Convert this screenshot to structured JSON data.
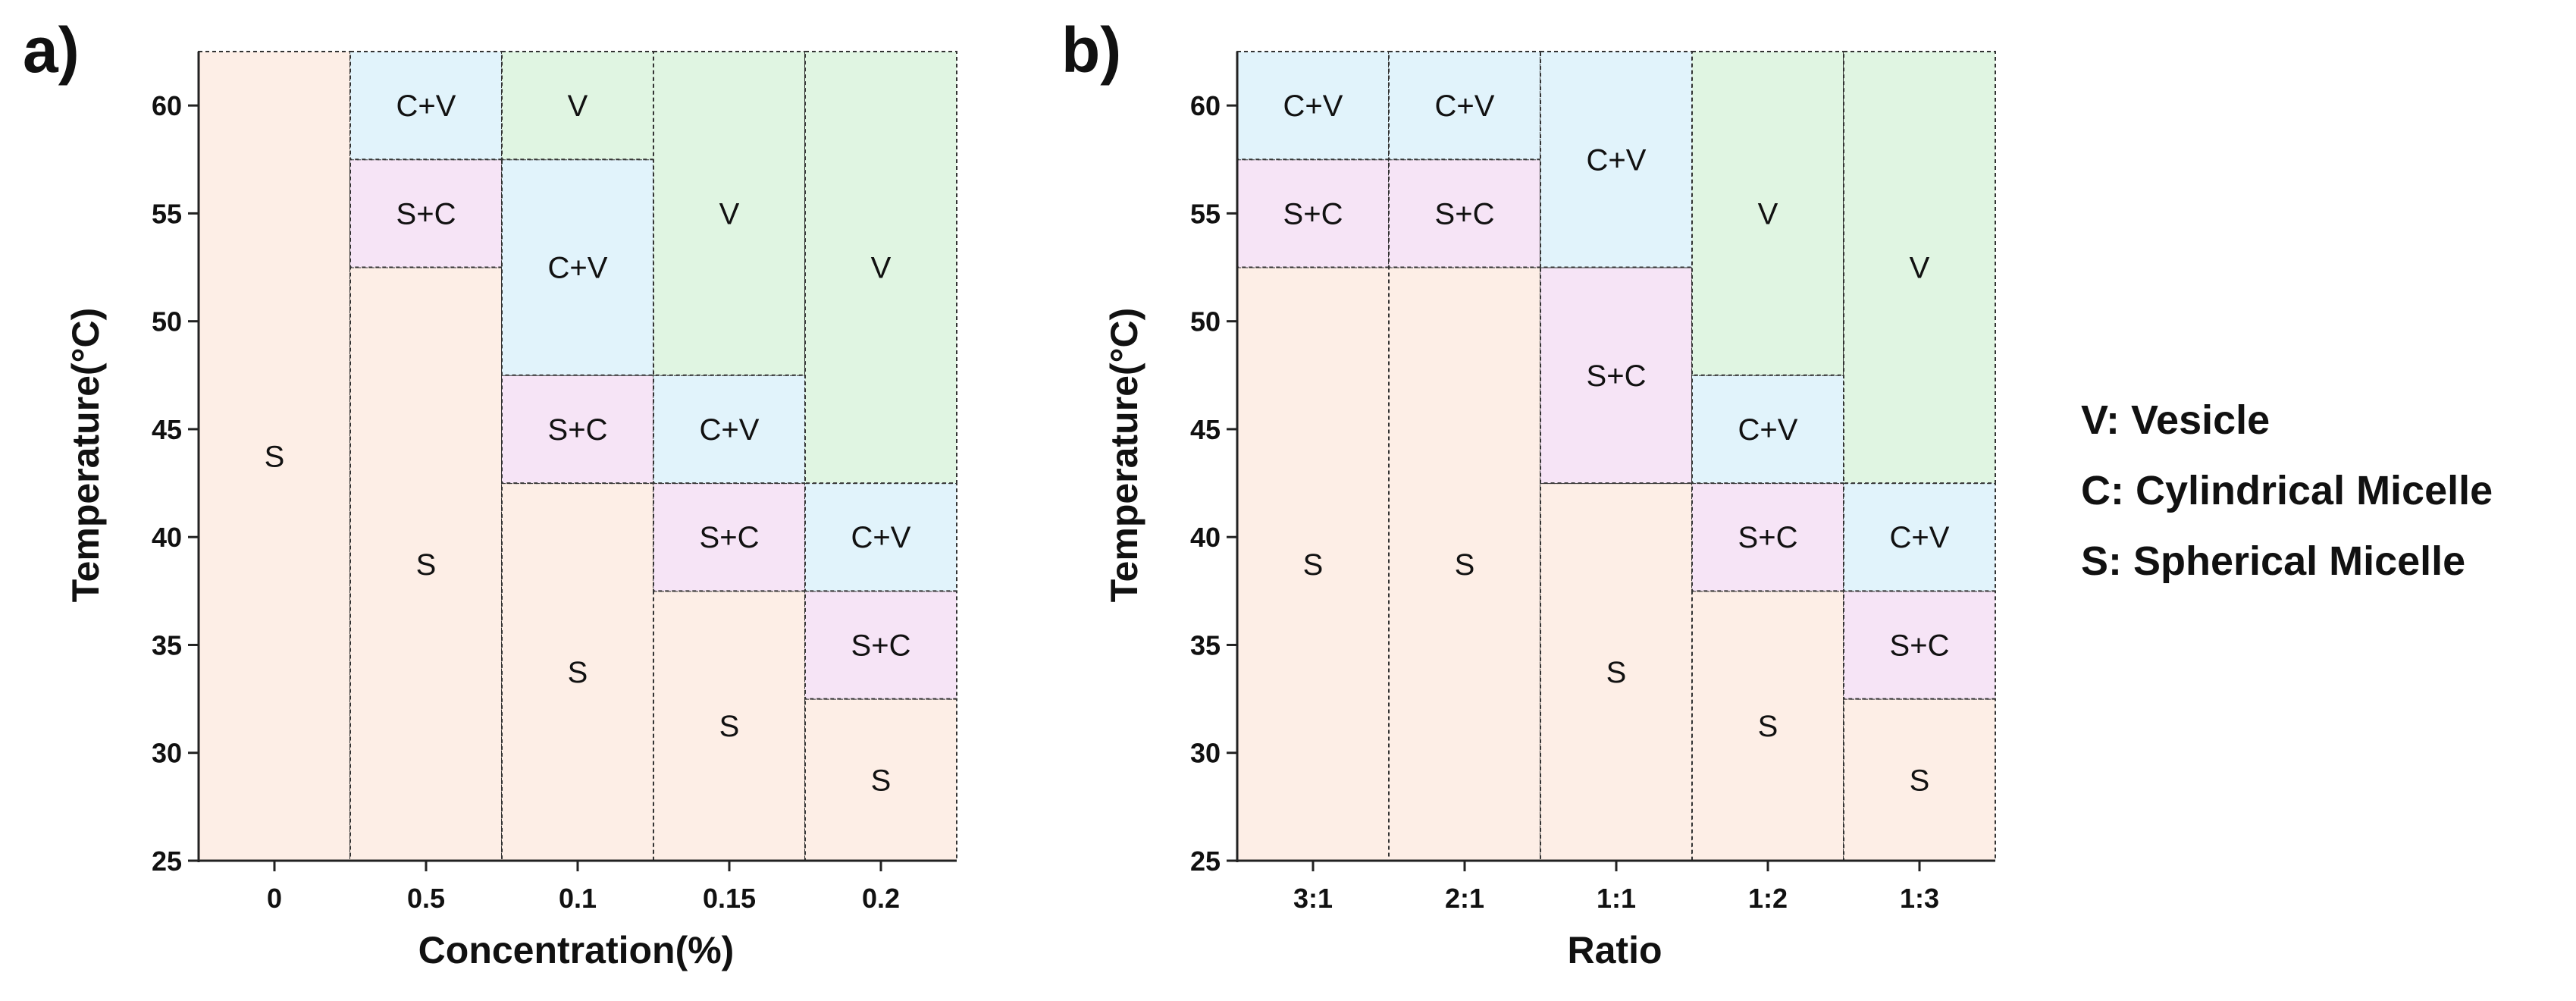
{
  "legend": [
    "V: Vesicle",
    "C: Cylindrical Micelle",
    "S: Spherical Micelle"
  ],
  "colors": {
    "S": "#fdeee6",
    "S+C": "#f6e4f6",
    "C+V": "#e1f3fb",
    "V": "#e0f5e2"
  },
  "chart_data": [
    {
      "type": "heatmap",
      "panel_label": "a)",
      "title": "",
      "xlabel": "Concentration(%)",
      "ylabel": "Temperature(°C)",
      "categories": [
        "0",
        "0.5",
        "0.1",
        "0.15",
        "0.2"
      ],
      "ylim": [
        25,
        62.5
      ],
      "yticks": [
        25,
        30,
        35,
        40,
        45,
        50,
        55,
        60
      ],
      "columns": [
        {
          "category": "0",
          "regions": [
            {
              "phase": "S",
              "from": 25,
              "to": 62.5
            }
          ]
        },
        {
          "category": "0.5",
          "regions": [
            {
              "phase": "S",
              "from": 25,
              "to": 52.5
            },
            {
              "phase": "S+C",
              "from": 52.5,
              "to": 57.5
            },
            {
              "phase": "C+V",
              "from": 57.5,
              "to": 62.5
            }
          ]
        },
        {
          "category": "0.1",
          "regions": [
            {
              "phase": "S",
              "from": 25,
              "to": 42.5
            },
            {
              "phase": "S+C",
              "from": 42.5,
              "to": 47.5
            },
            {
              "phase": "C+V",
              "from": 47.5,
              "to": 57.5
            },
            {
              "phase": "V",
              "from": 57.5,
              "to": 62.5
            }
          ]
        },
        {
          "category": "0.15",
          "regions": [
            {
              "phase": "S",
              "from": 25,
              "to": 37.5
            },
            {
              "phase": "S+C",
              "from": 37.5,
              "to": 42.5
            },
            {
              "phase": "C+V",
              "from": 42.5,
              "to": 47.5
            },
            {
              "phase": "V",
              "from": 47.5,
              "to": 62.5
            }
          ]
        },
        {
          "category": "0.2",
          "regions": [
            {
              "phase": "S",
              "from": 25,
              "to": 32.5
            },
            {
              "phase": "S+C",
              "from": 32.5,
              "to": 37.5
            },
            {
              "phase": "C+V",
              "from": 37.5,
              "to": 42.5
            },
            {
              "phase": "V",
              "from": 42.5,
              "to": 62.5
            }
          ]
        }
      ]
    },
    {
      "type": "heatmap",
      "panel_label": "b)",
      "title": "",
      "xlabel": "Ratio",
      "ylabel": "Temperature(°C)",
      "categories": [
        "3:1",
        "2:1",
        "1:1",
        "1:2",
        "1:3"
      ],
      "ylim": [
        25,
        62.5
      ],
      "yticks": [
        25,
        30,
        35,
        40,
        45,
        50,
        55,
        60
      ],
      "columns": [
        {
          "category": "3:1",
          "regions": [
            {
              "phase": "S",
              "from": 25,
              "to": 52.5
            },
            {
              "phase": "S+C",
              "from": 52.5,
              "to": 57.5
            },
            {
              "phase": "C+V",
              "from": 57.5,
              "to": 62.5
            }
          ]
        },
        {
          "category": "2:1",
          "regions": [
            {
              "phase": "S",
              "from": 25,
              "to": 52.5
            },
            {
              "phase": "S+C",
              "from": 52.5,
              "to": 57.5
            },
            {
              "phase": "C+V",
              "from": 57.5,
              "to": 62.5
            }
          ]
        },
        {
          "category": "1:1",
          "regions": [
            {
              "phase": "S",
              "from": 25,
              "to": 42.5
            },
            {
              "phase": "S+C",
              "from": 42.5,
              "to": 52.5
            },
            {
              "phase": "C+V",
              "from": 52.5,
              "to": 62.5
            }
          ]
        },
        {
          "category": "1:2",
          "regions": [
            {
              "phase": "S",
              "from": 25,
              "to": 37.5
            },
            {
              "phase": "S+C",
              "from": 37.5,
              "to": 42.5
            },
            {
              "phase": "C+V",
              "from": 42.5,
              "to": 47.5
            },
            {
              "phase": "V",
              "from": 47.5,
              "to": 62.5
            }
          ]
        },
        {
          "category": "1:3",
          "regions": [
            {
              "phase": "S",
              "from": 25,
              "to": 32.5
            },
            {
              "phase": "S+C",
              "from": 32.5,
              "to": 37.5
            },
            {
              "phase": "C+V",
              "from": 37.5,
              "to": 42.5
            },
            {
              "phase": "V",
              "from": 42.5,
              "to": 62.5
            }
          ]
        }
      ]
    }
  ]
}
